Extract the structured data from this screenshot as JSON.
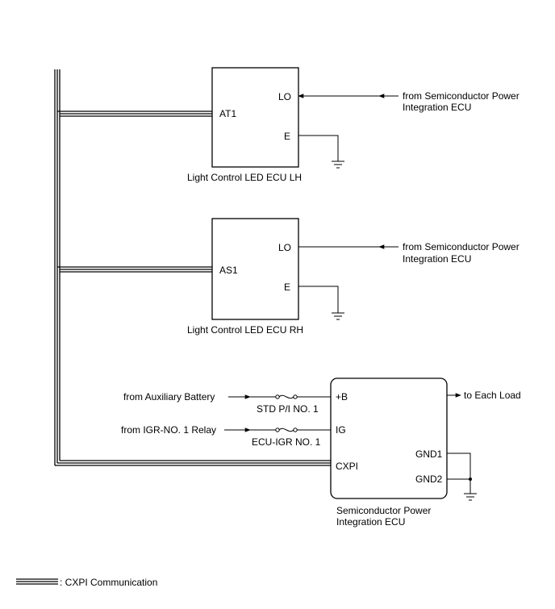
{
  "lh_ecu": {
    "port_at1": "AT1",
    "port_lo": "LO",
    "port_e": "E",
    "name": "Light Control LED ECU LH",
    "source_line1": "from Semiconductor Power",
    "source_line2": "Integration ECU"
  },
  "rh_ecu": {
    "port_as1": "AS1",
    "port_lo": "LO",
    "port_e": "E",
    "name": "Light Control LED ECU RH",
    "source_line1": "from Semiconductor Power",
    "source_line2": "Integration ECU"
  },
  "power_ecu": {
    "port_b": "+B",
    "port_ig": "IG",
    "port_cxpi": "CXPI",
    "port_gnd1": "GND1",
    "port_gnd2": "GND2",
    "output": "to Each Load",
    "name_line1": "Semiconductor Power",
    "name_line2": "Integration ECU"
  },
  "inputs": {
    "aux_battery": "from Auxiliary Battery",
    "igr_relay": "from IGR-NO. 1 Relay",
    "fuse_std": "STD P/I NO. 1",
    "fuse_ecu_igr": "ECU-IGR NO. 1"
  },
  "legend": {
    "label": ": CXPI Communication"
  }
}
